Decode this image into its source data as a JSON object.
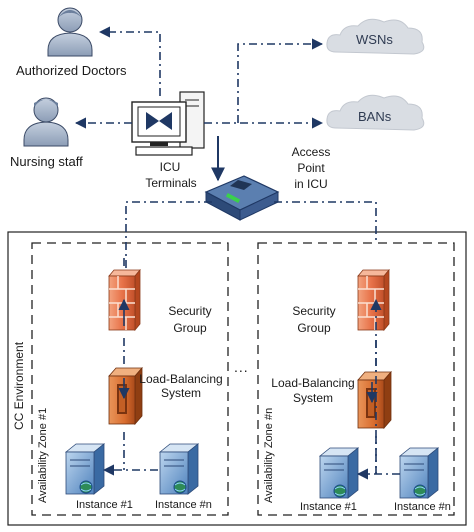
{
  "people": {
    "doctors": "Authorized Doctors",
    "nursing": "Nursing staff"
  },
  "terminal": {
    "line1": "ICU",
    "line2": "Terminals"
  },
  "clouds": {
    "wsn": "WSNs",
    "ban": "BANs"
  },
  "access_point": {
    "line1": "Access",
    "line2": "Point",
    "line3": "in ICU"
  },
  "environment": {
    "title": "CC Environment",
    "zone1": "Availability Zone #1",
    "zonen": "Availability Zone #n",
    "ellipsis": "...",
    "security": {
      "line1": "Security",
      "line2": "Group"
    },
    "lb": {
      "line1": "Load-Balancing",
      "line2": "System"
    },
    "instance1": "Instance #1",
    "instancen": "Instance #n"
  },
  "colors": {
    "arrow": "#1f3864",
    "cloud": "#d9dde3",
    "person": "#a6b4c8",
    "firewall": "#e8734a",
    "lb": "#d96d2f",
    "server": "#6f9fd1"
  }
}
